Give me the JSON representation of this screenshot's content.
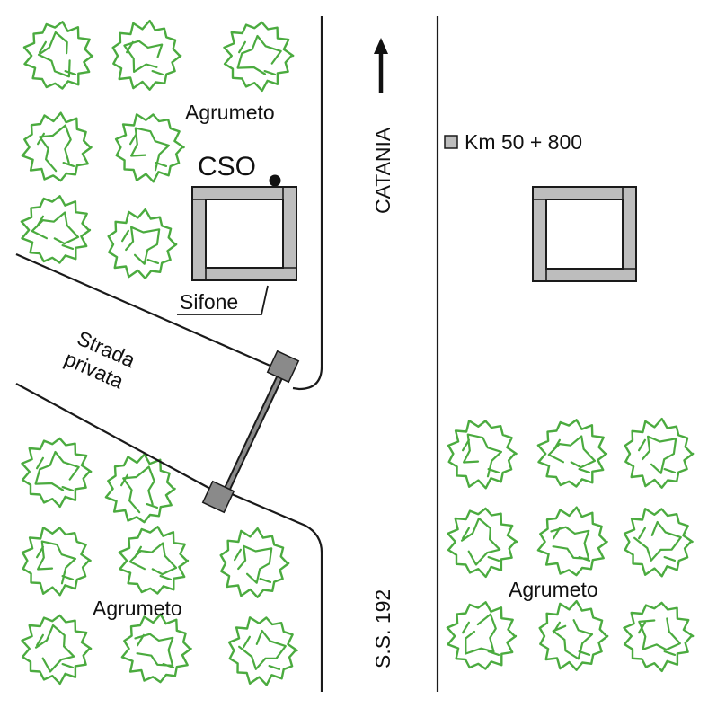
{
  "map": {
    "labels": {
      "agrumeto_top": "Agrumeto",
      "agrumeto_bottom_left": "Agrumeto",
      "agrumeto_bottom_right": "Agrumeto",
      "cso": "CSO",
      "sifone": "Sifone",
      "strada_line1": "Strada",
      "strada_line2": "privata",
      "catania": "CATANIA",
      "road_number": "S.S. 192",
      "km_marker": "Km 50 + 800"
    },
    "colors": {
      "tree": "#4bab3f",
      "structure_fill": "#bdbdbd",
      "culvert_fill": "#8a8a8a",
      "line": "#1a1a1a"
    },
    "icons": {
      "tree": "citrus-tree-icon",
      "north_arrow": "arrow-up-icon",
      "cso_point": "point-marker-icon",
      "km_marker": "square-marker-icon"
    }
  }
}
